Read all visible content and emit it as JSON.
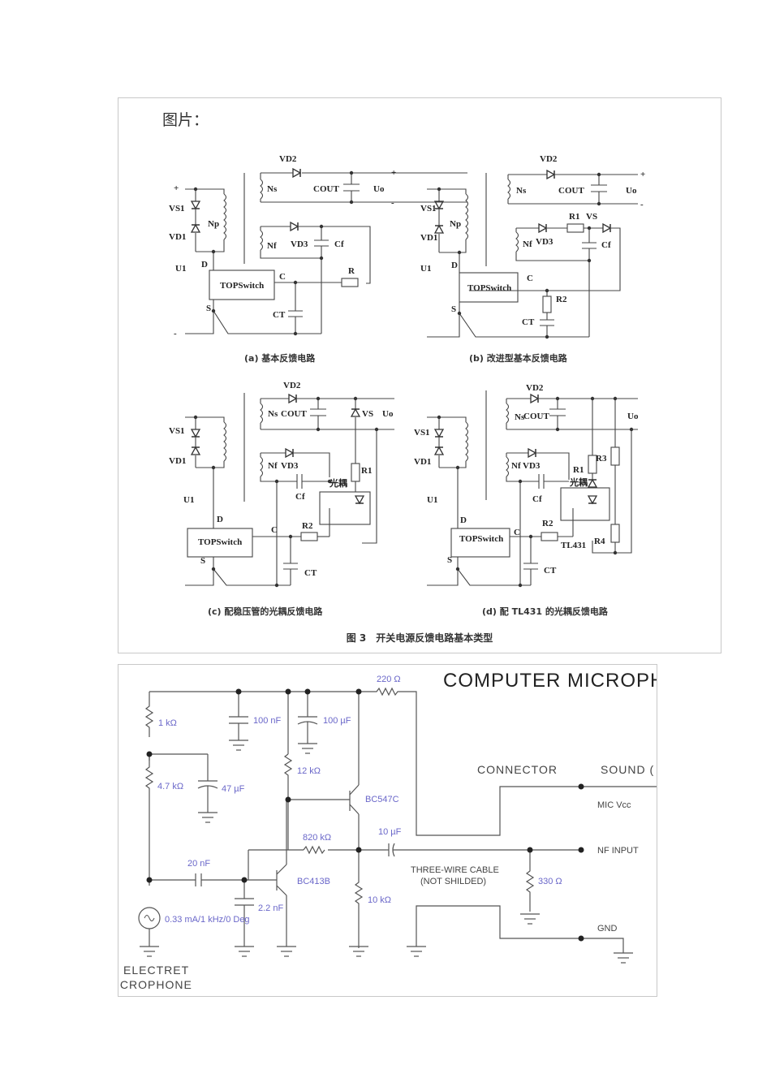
{
  "page": {
    "heading": "图片：",
    "figure_caption": "图 3　开关电源反馈电路基本类型"
  },
  "feedback_circuits": {
    "a": {
      "caption": "(a) 基本反馈电路"
    },
    "b": {
      "caption": "(b) 改进型基本反馈电路"
    },
    "c": {
      "caption": "(c) 配稳压管的光耦反馈电路"
    },
    "d": {
      "caption": "(d) 配 TL431 的光耦反馈电路"
    },
    "labels": {
      "vd2": "VD2",
      "vd3": "VD3",
      "vd1": "VD1",
      "vs1": "VS1",
      "ns": "Ns",
      "nf": "Nf",
      "np": "Np",
      "cout": "COUT",
      "uo": "Uo",
      "cf": "Cf",
      "ct": "CT",
      "u1": "U1",
      "d": "D",
      "s": "S",
      "c": "C",
      "r": "R",
      "r1": "R1",
      "r2": "R2",
      "r3": "R3",
      "r4": "R4",
      "vs": "VS",
      "topswitch": "TOPSwitch",
      "plus": "+",
      "minus": "-",
      "optocoupler": "光耦",
      "tl431": "TL431"
    }
  },
  "microphone_circuit": {
    "title": "COMPUTER MICROPH",
    "connector": "CONNECTOR",
    "sound_card": "SOUND (",
    "mic_vcc": "MIC Vcc",
    "nf_input": "NF INPUT",
    "gnd": "GND",
    "cable_line1": "THREE-WIRE CABLE",
    "cable_line2": "(NOT SHILDED)",
    "electret_line1": "ELECTRET",
    "electret_line2": "ICROPHONE",
    "components": {
      "r_220": "220 Ω",
      "r_1k": "1 kΩ",
      "c_100n": "100 nF",
      "c_100u": "100 µF",
      "r_47k": "4.7 kΩ",
      "c_47u": "47 µF",
      "r_12k": "12 kΩ",
      "q_bc547c": "BC547C",
      "r_820k": "820 kΩ",
      "c_10u": "10 µF",
      "c_20n": "20 nF",
      "q_bc413b": "BC413B",
      "c_22n": "2.2 nF",
      "r_10k": "10 kΩ",
      "r_330": "330 Ω",
      "source": "0.33 mA/1 kHz/0 Deg"
    }
  }
}
